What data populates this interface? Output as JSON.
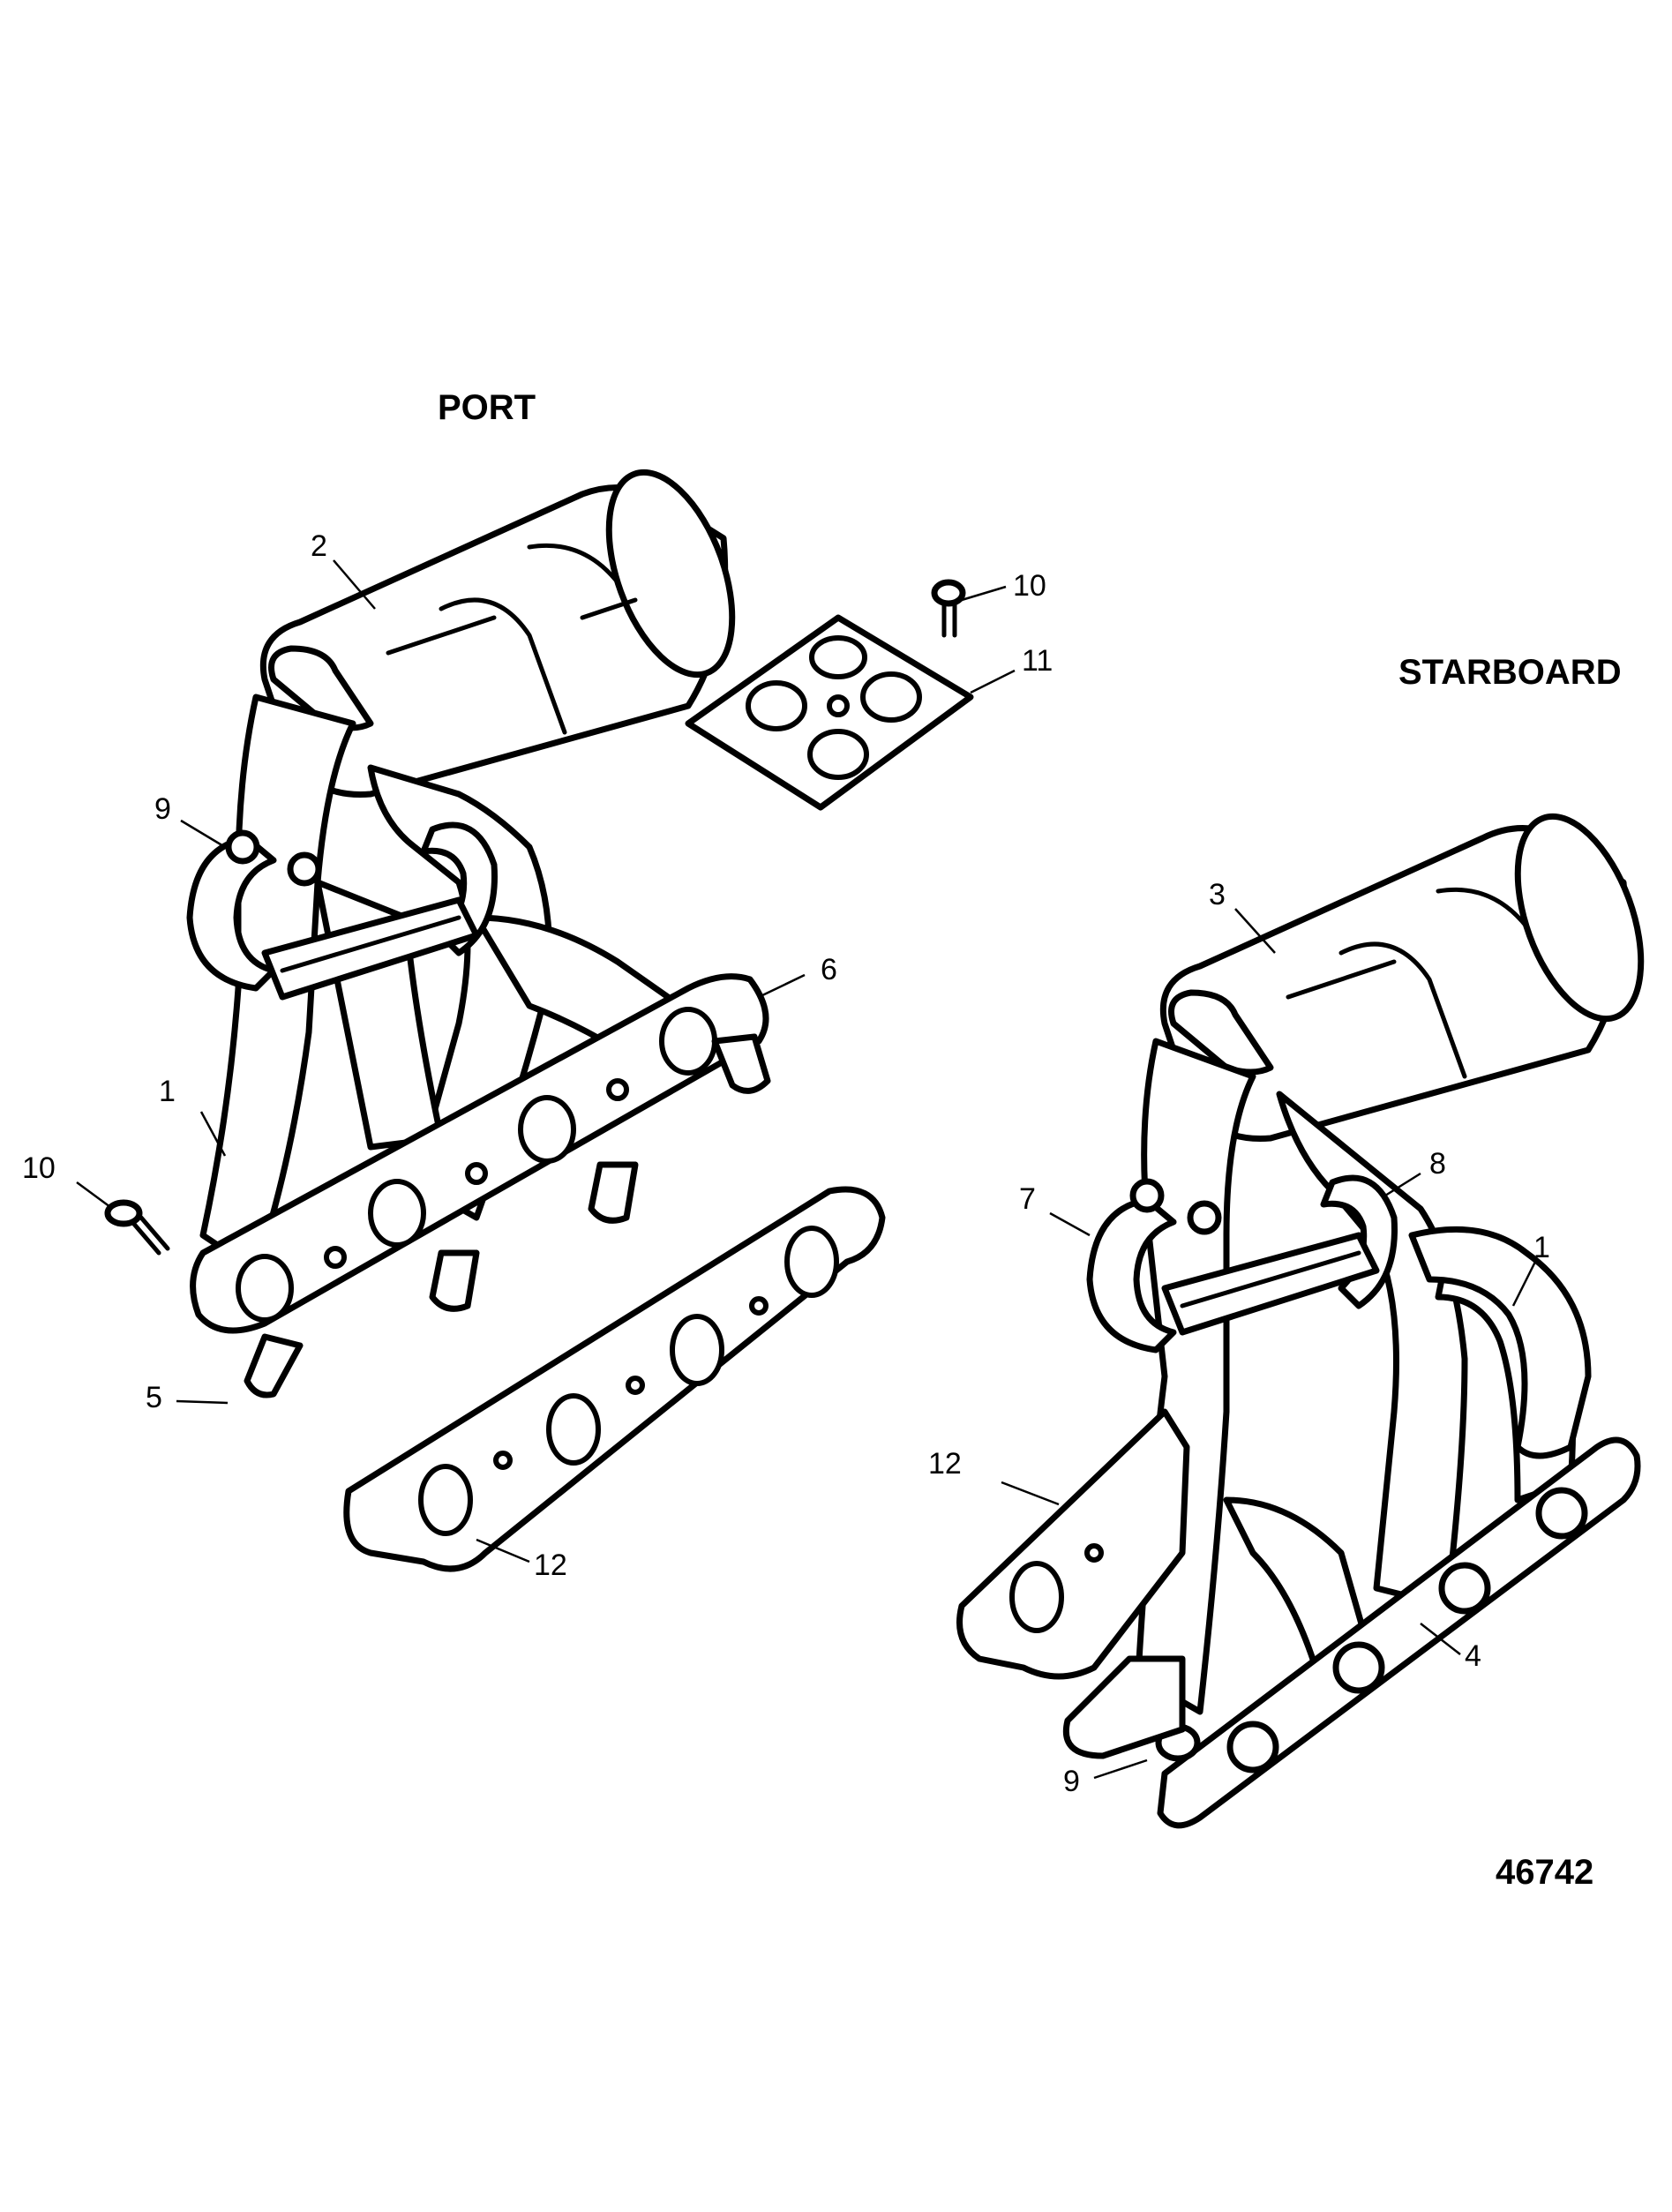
{
  "labels": {
    "port": "PORT",
    "starboard": "STARBOARD",
    "figure_number": "46742"
  },
  "callouts": {
    "port_manifold": "1",
    "port_catalyst": "2",
    "port_clamp_9": "9",
    "port_gasket_6": "6",
    "port_bolt_10": "10",
    "port_stud_5": "5",
    "port_gasket_12": "12",
    "top_bolt_10": "10",
    "top_gasket_11": "11",
    "stbd_catalyst": "3",
    "stbd_clamp_7": "7",
    "stbd_clamp_8": "8",
    "stbd_manifold": "1",
    "stbd_gasket_12": "12",
    "stbd_flange_4": "4",
    "stbd_stud_9": "9"
  }
}
